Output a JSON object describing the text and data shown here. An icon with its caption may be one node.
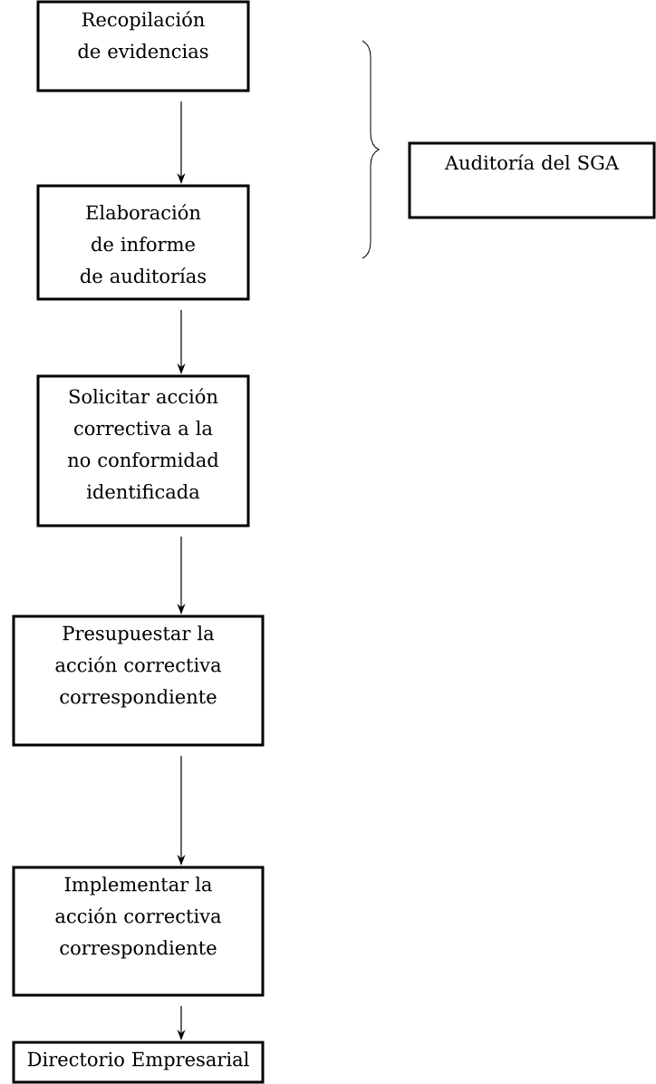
{
  "diagram": {
    "nodes": [
      {
        "text": [
          "Recopilación de evidencias"
        ]
      },
      {
        "text": [
          "Elaboración de informe de auditorías"
        ]
      },
      {
        "text": [
          "Auditoría del SGA"
        ]
      },
      {
        "text": [
          "Solicitar acción correctiva a la no conformidad identificada"
        ]
      },
      {
        "text": [
          "Presupuestar la acción correctiva correspondiente"
        ]
      },
      {
        "text": [
          "Implementar la acción correctiva correspondiente"
        ]
      },
      {
        "text": [
          "Directorio Empresarial"
        ]
      }
    ],
    "edges": [
      {
        "from": 0,
        "to": 1,
        "arrow": "to"
      },
      {
        "from": 1,
        "to": 3,
        "arrow": "to"
      },
      {
        "from": 3,
        "to": 4,
        "arrow": "to"
      },
      {
        "from": 4,
        "to": 5,
        "arrow": "to"
      },
      {
        "from": 5,
        "to": 6,
        "arrow": "to"
      }
    ]
  }
}
